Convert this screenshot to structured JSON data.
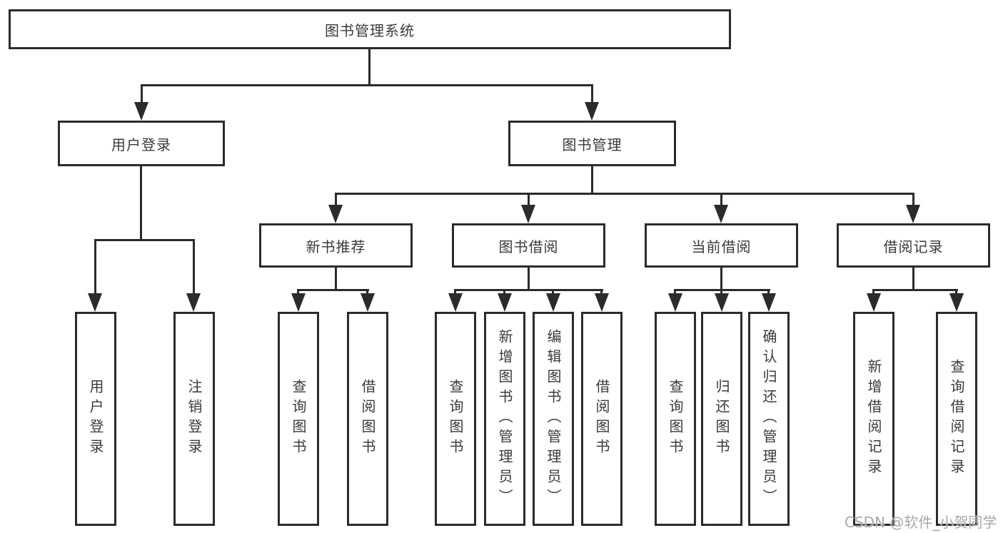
{
  "diagram": {
    "root": {
      "label": "图书管理系统"
    },
    "level2": {
      "user_login": {
        "label": "用户登录"
      },
      "book_management": {
        "label": "图书管理"
      }
    },
    "level3": {
      "new_book_recommend": {
        "label": "新书推荐"
      },
      "book_borrowing": {
        "label": "图书借阅"
      },
      "current_borrowing": {
        "label": "当前借阅"
      },
      "borrowing_records": {
        "label": "借阅记录"
      }
    },
    "level4": {
      "user_login_leaf": {
        "label": "用户登录"
      },
      "logout": {
        "label": "注销登录"
      },
      "recommend_query_book": {
        "label": "查询图书"
      },
      "recommend_borrow_book": {
        "label": "借阅图书"
      },
      "borrow_query_book": {
        "label": "查询图书"
      },
      "borrow_add_book": {
        "label": "新增图书（管理员）"
      },
      "borrow_edit_book": {
        "label": "编辑图书（管理员）"
      },
      "borrow_borrow_book": {
        "label": "借阅图书"
      },
      "current_query_book": {
        "label": "查询图书"
      },
      "current_return_book": {
        "label": "归还图书"
      },
      "current_confirm_return": {
        "label": "确认归还（管理员）"
      },
      "records_add_record": {
        "label": "新增借阅记录"
      },
      "records_query_record": {
        "label": "查询借阅记录"
      }
    }
  },
  "watermark": {
    "text": "CSDN @软件_小贺同学"
  },
  "colors": {
    "line": "#2b2b2b",
    "text": "#3a3a3a",
    "watermark": "#a8a8a8",
    "background": "#ffffff"
  }
}
